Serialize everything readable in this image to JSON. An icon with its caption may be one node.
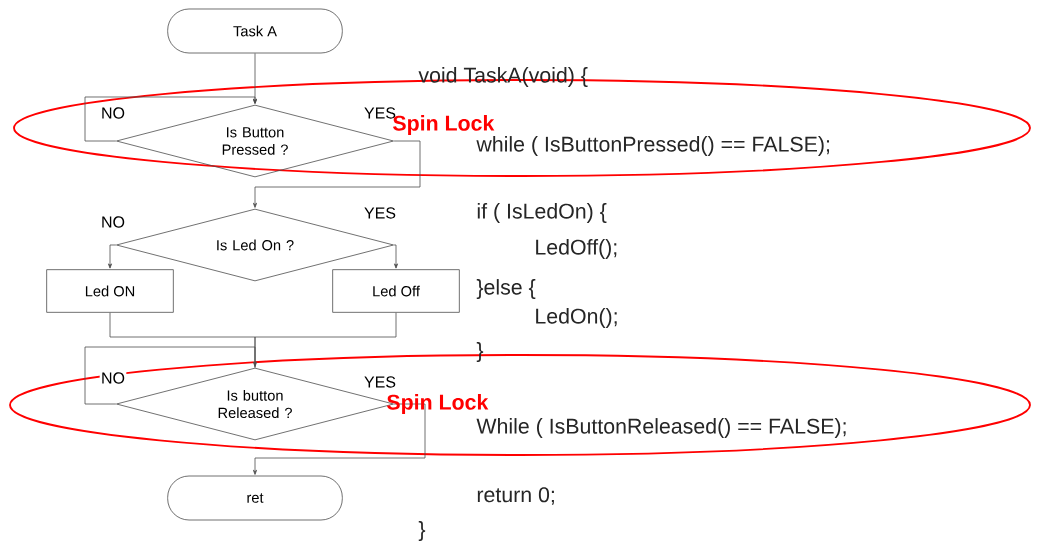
{
  "diagram": {
    "nodes": [
      {
        "text": [
          "Task A"
        ]
      },
      {
        "text": [
          "Is Button Pressed ?"
        ]
      },
      {
        "text": [
          "Is Led On ?"
        ]
      },
      {
        "text": [
          "Led ON"
        ]
      },
      {
        "text": [
          "Led Off"
        ]
      },
      {
        "text": [
          "Is button Released ?"
        ]
      },
      {
        "text": [
          "ret"
        ]
      }
    ],
    "edges": [
      {
        "from": 0,
        "to": 1,
        "arrow": "to"
      },
      {
        "from": 1,
        "to": 1,
        "arrow": "to",
        "label": "NO"
      },
      {
        "from": 1,
        "to": 2,
        "arrow": "to",
        "label": "YES"
      },
      {
        "from": 2,
        "to": 3,
        "arrow": "to",
        "label": "NO"
      },
      {
        "from": 2,
        "to": 4,
        "arrow": "to",
        "label": "YES"
      },
      {
        "from": 3,
        "to": 5,
        "arrow": "none"
      },
      {
        "from": 4,
        "to": 5,
        "arrow": "none"
      },
      {
        "from": 5,
        "to": 5,
        "arrow": "to",
        "label": "NO"
      },
      {
        "from": 5,
        "to": 6,
        "arrow": "to",
        "label": "YES"
      }
    ],
    "labels": [
      "void TaskA(void) {",
      "Spin Lock",
      "while ( IsButtonPressed() == FALSE);",
      "if ( IsLedOn) {",
      "LedOff();",
      "}else {",
      "LedOn();",
      "}",
      "Spin Lock",
      "While ( IsButtonReleased() == FALSE);",
      "return 0;",
      "}"
    ]
  }
}
